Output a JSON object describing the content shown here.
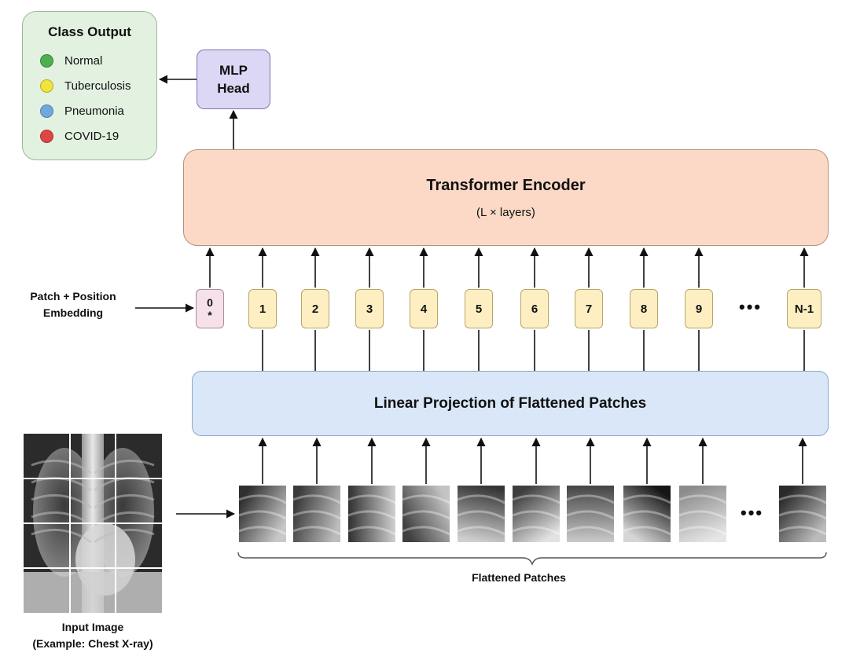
{
  "class_output": {
    "title": "Class Output",
    "items": [
      {
        "label": "Normal",
        "color": "#4caf50"
      },
      {
        "label": "Tuberculosis",
        "color": "#f2e33a"
      },
      {
        "label": "Pneumonia",
        "color": "#6fa8dc"
      },
      {
        "label": "COVID-19",
        "color": "#e04545"
      }
    ]
  },
  "mlp_head": {
    "line1": "MLP",
    "line2": "Head"
  },
  "encoder": {
    "title": "Transformer Encoder",
    "subtitle": "(L × layers)"
  },
  "embedding_label": {
    "line1": "Patch + Position",
    "line2": "Embedding"
  },
  "tokens": {
    "cls": {
      "top": "0",
      "bottom": "*"
    },
    "labels": [
      "1",
      "2",
      "3",
      "4",
      "5",
      "6",
      "7",
      "8",
      "9",
      "N-1"
    ],
    "ellipsis": "•••"
  },
  "projection": {
    "label": "Linear Projection of Flattened Patches"
  },
  "patches": {
    "label": "Flattened Patches",
    "ellipsis": "•••"
  },
  "input_image": {
    "line1": "Input Image",
    "line2": "(Example: Chest X-ray)"
  },
  "colors": {
    "class_bg": "#e3f1e1",
    "mlp_bg": "#dcd7f5",
    "encoder_bg": "#fbd9c6",
    "projection_bg": "#d9e7f8",
    "token_bg": "#fdefc1",
    "cls_token_bg": "#f6e1ea"
  }
}
